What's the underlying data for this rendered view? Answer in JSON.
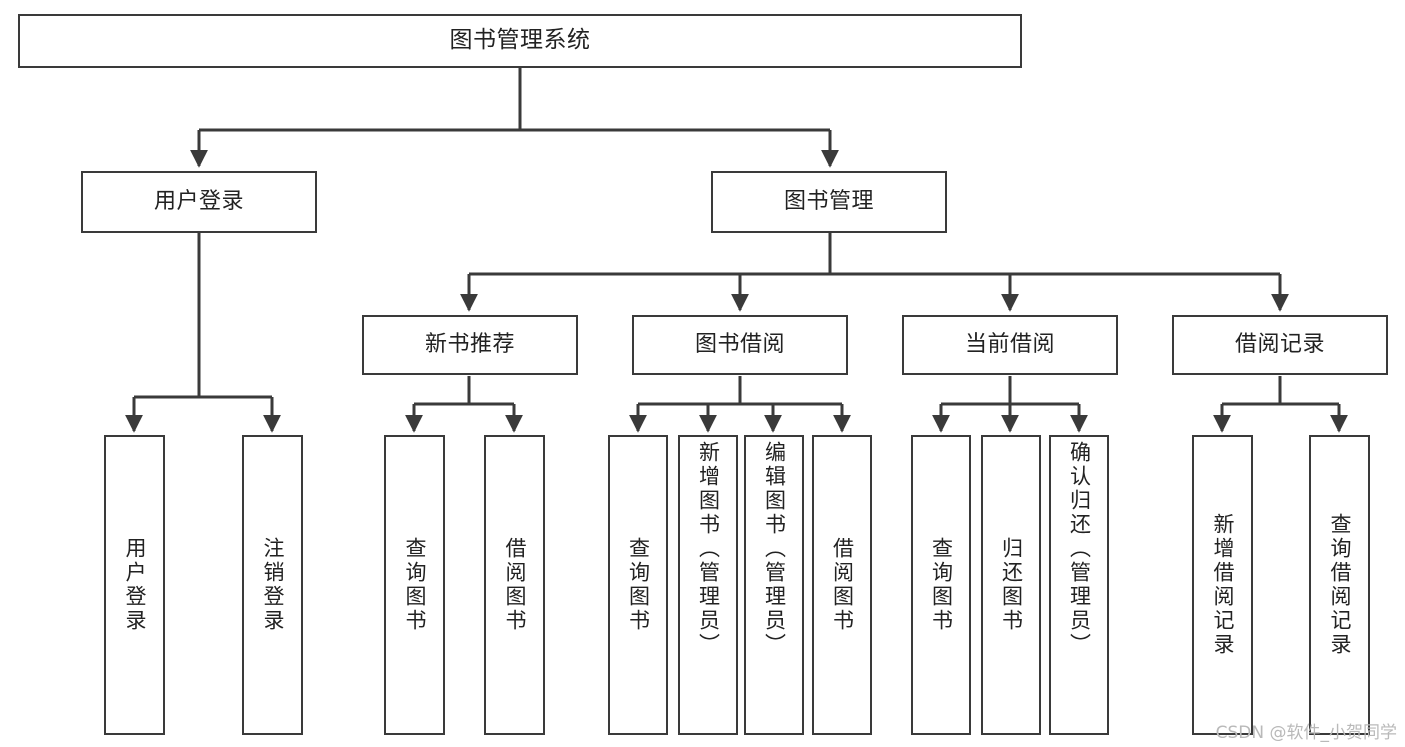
{
  "diagram": {
    "title": "图书管理系统",
    "type": "tree-hierarchy-chart",
    "watermark": "CSDN @软件_小贺同学",
    "colors": {
      "box_border": "#3a3a3a",
      "box_fill": "#ffffff",
      "text": "#222222",
      "edge": "#3a3a3a",
      "watermark": "#b9b9b9",
      "background": "#ffffff"
    },
    "root": {
      "label": "图书管理系统"
    },
    "level1": [
      {
        "label": "用户登录"
      },
      {
        "label": "图书管理"
      }
    ],
    "level2": [
      {
        "label": "新书推荐"
      },
      {
        "label": "图书借阅"
      },
      {
        "label": "当前借阅"
      },
      {
        "label": "借阅记录"
      }
    ],
    "leaves": {
      "user_login": [
        {
          "label": "用户登录"
        },
        {
          "label": "注销登录"
        }
      ],
      "new_book_recommend": [
        {
          "label": "查询图书"
        },
        {
          "label": "借阅图书"
        }
      ],
      "book_borrow": [
        {
          "label": "查询图书"
        },
        {
          "label": "新增图书（管理员）"
        },
        {
          "label": "编辑图书（管理员）"
        },
        {
          "label": "借阅图书"
        }
      ],
      "current_borrow": [
        {
          "label": "查询图书"
        },
        {
          "label": "归还图书"
        },
        {
          "label": "确认归还（管理员）"
        }
      ],
      "borrow_record": [
        {
          "label": "新增借阅记录"
        },
        {
          "label": "查询借阅记录"
        }
      ]
    }
  }
}
